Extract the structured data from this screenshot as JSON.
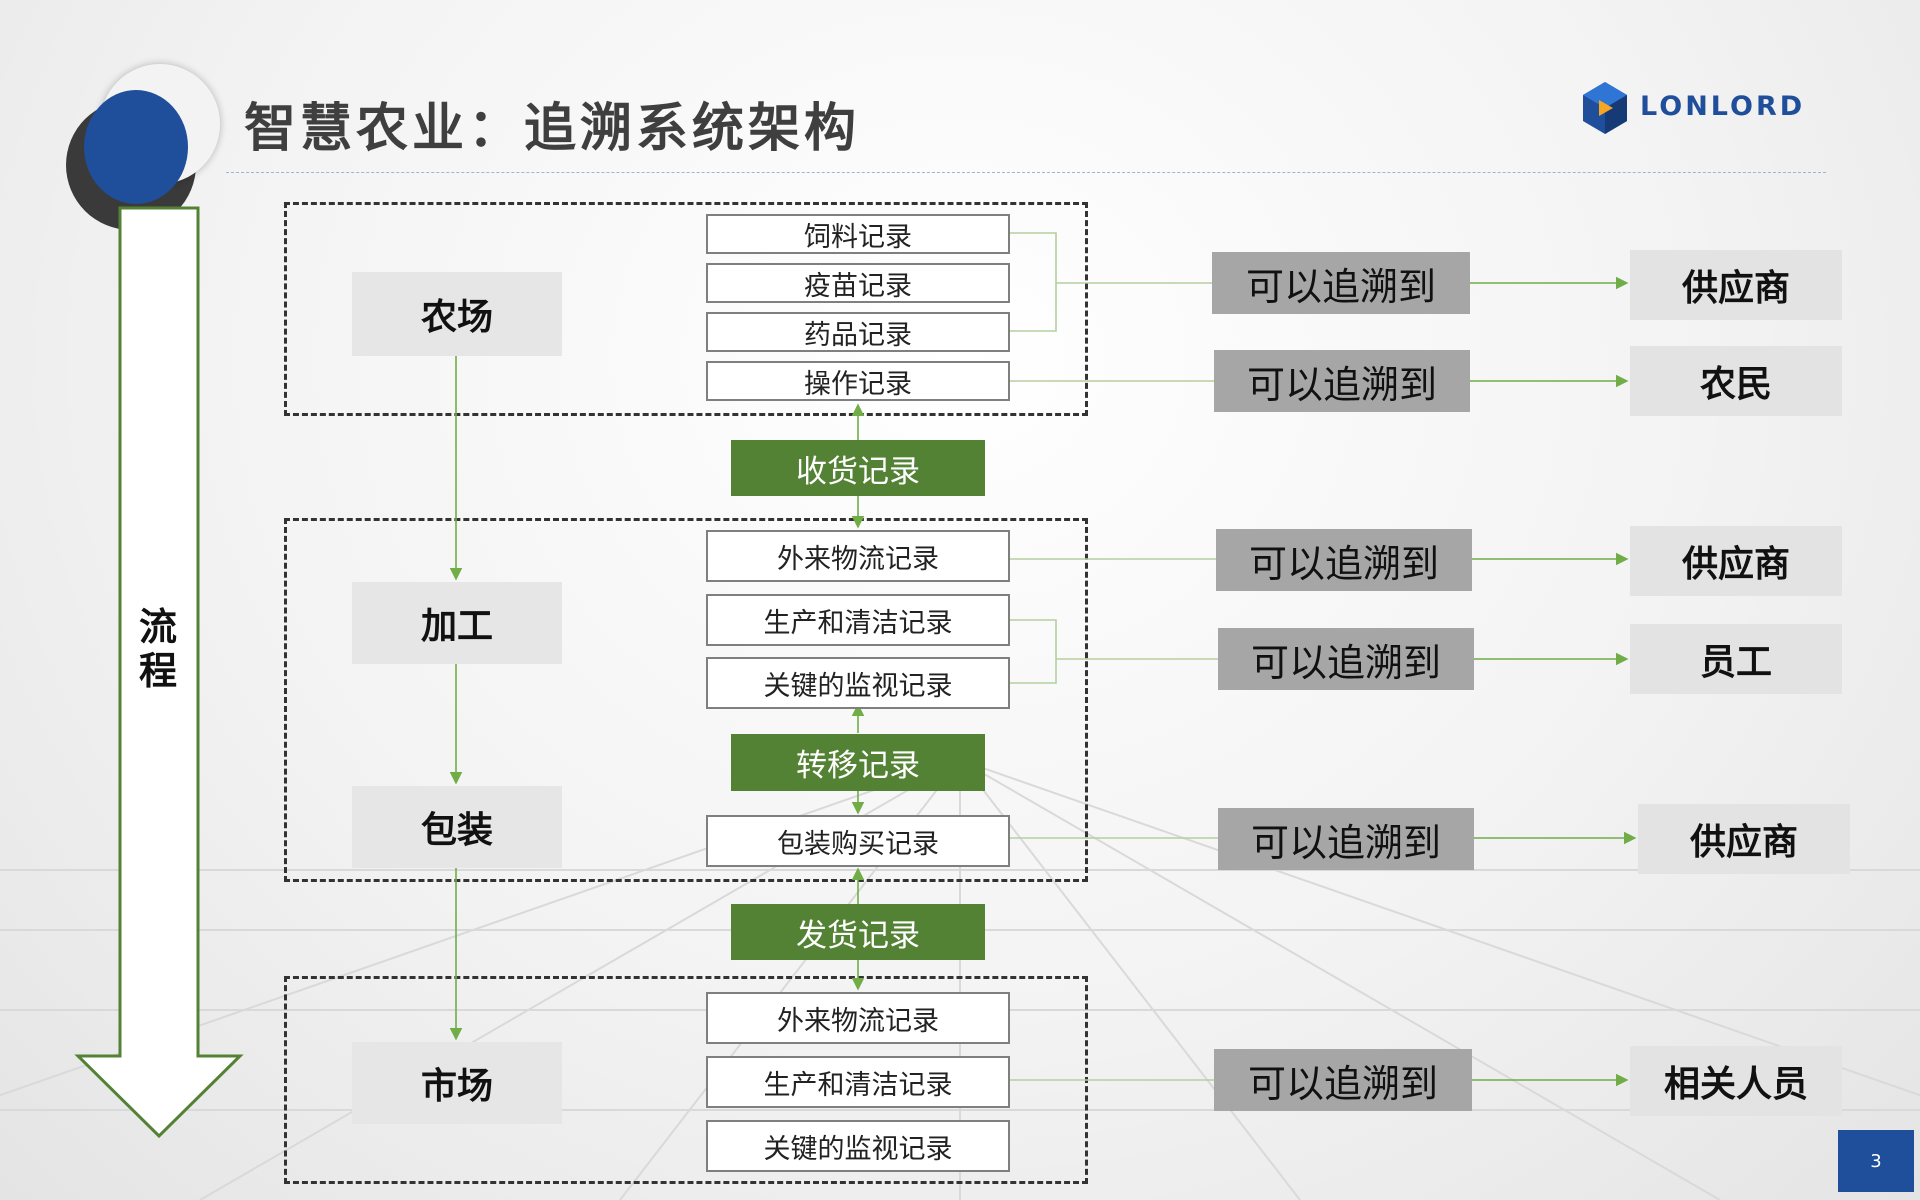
{
  "header": {
    "title": "智慧农业：追溯系统架构",
    "brand": "LONLORD"
  },
  "flow": {
    "label_1": "流",
    "label_2": "程"
  },
  "stages": [
    "农场",
    "加工",
    "包装",
    "市场"
  ],
  "farm_records": [
    "饲料记录",
    "疫苗记录",
    "药品记录",
    "操作记录"
  ],
  "process_records": [
    "外来物流记录",
    "生产和清洁记录",
    "关键的监视记录"
  ],
  "package_records": [
    "包装购买记录"
  ],
  "market_records": [
    "外来物流记录",
    "生产和清洁记录",
    "关键的监视记录"
  ],
  "transfers": [
    "收货记录",
    "转移记录",
    "发货记录"
  ],
  "trace_label": "可以追溯到",
  "targets": [
    "供应商",
    "农民",
    "供应商",
    "员工",
    "供应商",
    "相关人员"
  ],
  "footer": {
    "page": "3"
  },
  "colors": {
    "accent_green": "#548235",
    "line_green": "#70ad47",
    "brand_blue": "#1f4e9a",
    "trace_gray": "#a6a6a6"
  }
}
